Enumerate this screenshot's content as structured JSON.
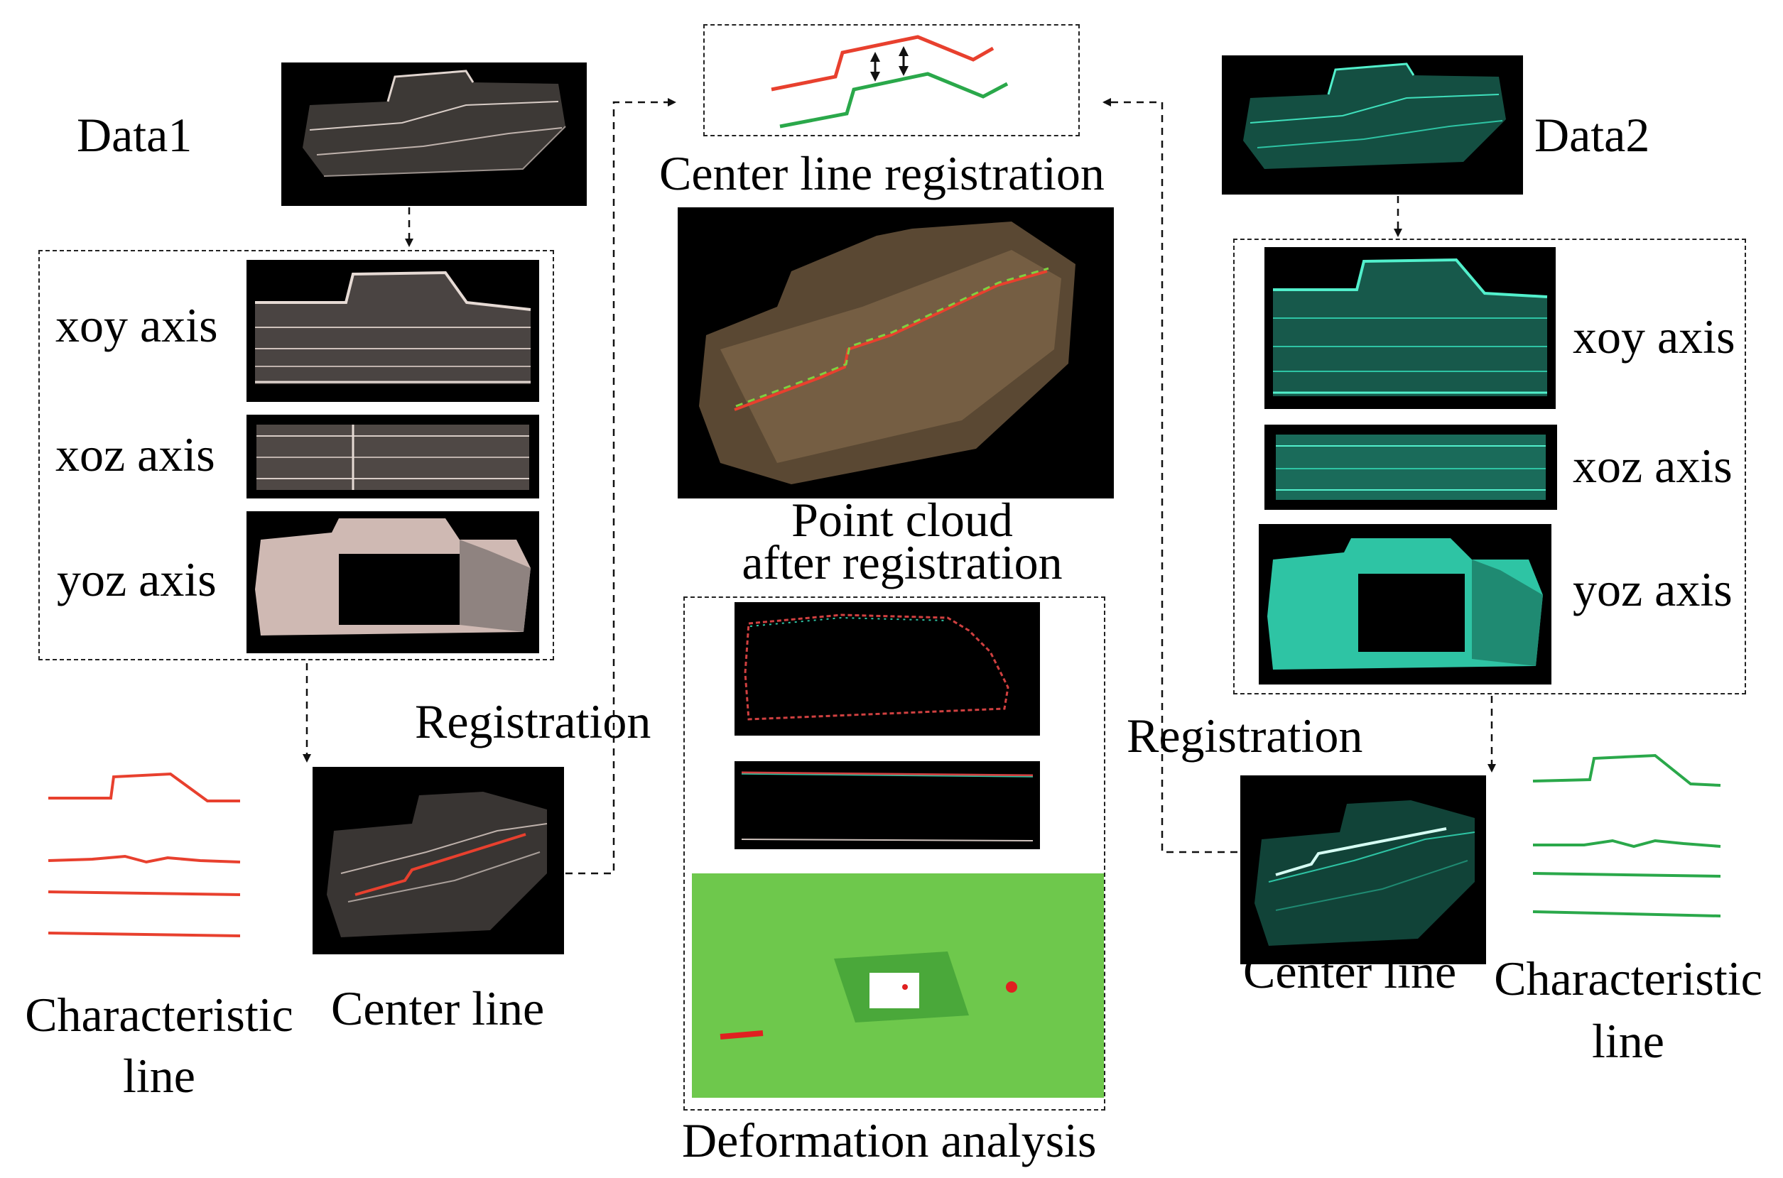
{
  "data1": {
    "title": "Data1",
    "axes": [
      "xoy axis",
      "xoz axis",
      "yoz axis"
    ],
    "characteristic_line": [
      "Characteristic",
      "line"
    ],
    "center_line": "Center line",
    "registration": "Registration"
  },
  "data2": {
    "title": "Data2",
    "axes": [
      "xoy axis",
      "xoz axis",
      "yoz axis"
    ],
    "characteristic_line": [
      "Characteristic",
      "line"
    ],
    "center_line": "Center line",
    "registration": "Registration"
  },
  "center": {
    "center_line_registration": "Center line registration",
    "point_cloud_after": [
      "Point cloud",
      "after registration"
    ],
    "deformation_analysis": "Deformation analysis"
  },
  "colors": {
    "data1_points": "#cfc2bc",
    "data2_points": "#2ec4a4",
    "data1_line": "#e8402e",
    "data2_line": "#2aa84a",
    "deformation_green": "#5cc040"
  },
  "icons": [
    "double-arrow-icon",
    "dashed-arrow-icon"
  ]
}
